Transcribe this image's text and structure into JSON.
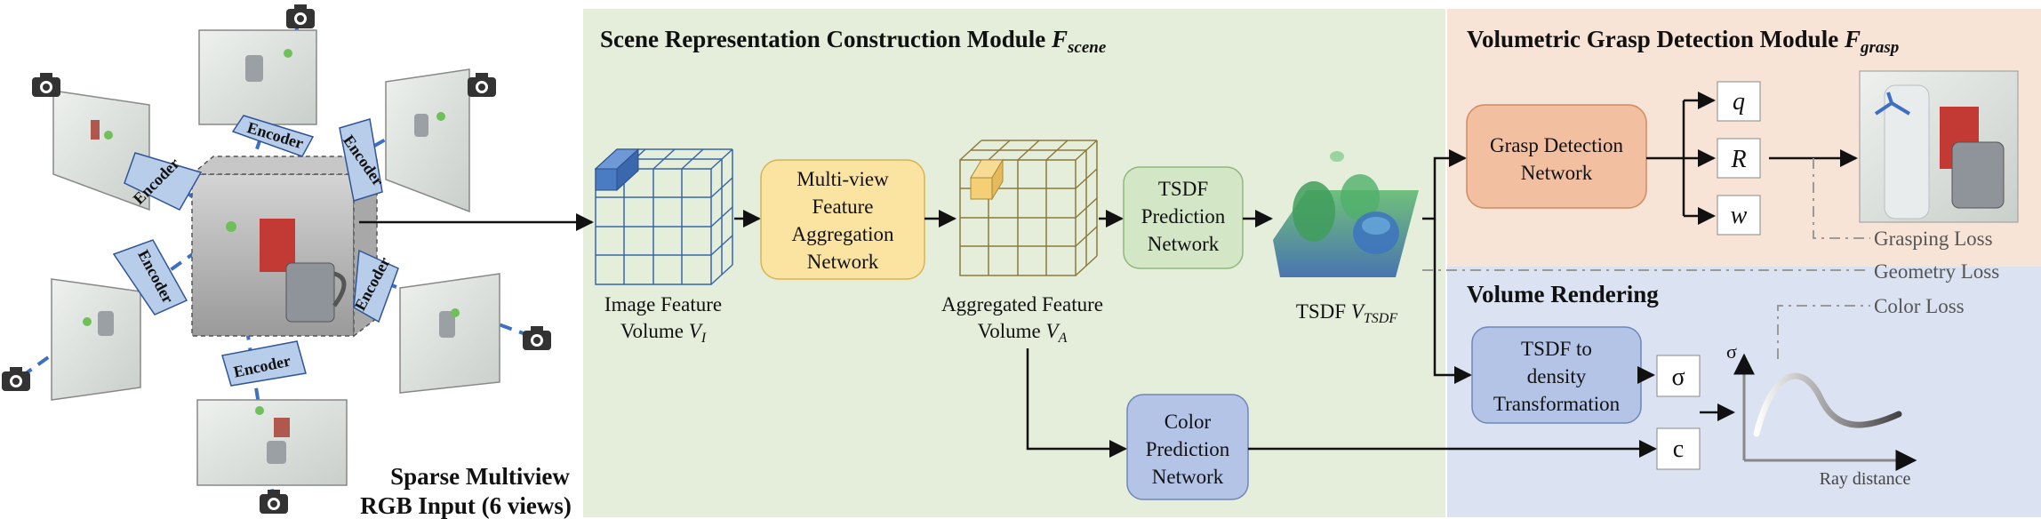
{
  "input": {
    "label_line1": "Sparse Multiview",
    "label_line2": "RGB Input (6 views)",
    "encoder_label": "Encoder"
  },
  "scene_module": {
    "title": "Scene Representation Construction Module ",
    "title_symbol": "F",
    "title_subscript": "scene",
    "image_feature_volume_line1": "Image Feature",
    "image_feature_volume_line2": "Volume ",
    "image_feature_volume_symbol": "V",
    "image_feature_volume_subscript": "I",
    "aggregation_box": [
      "Multi-view",
      "Feature",
      "Aggregation",
      "Network"
    ],
    "aggregated_volume_line1": "Aggregated Feature",
    "aggregated_volume_line2": "Volume ",
    "aggregated_volume_symbol": "V",
    "aggregated_volume_subscript": "A",
    "tsdf_box": [
      "TSDF",
      "Prediction",
      "Network"
    ],
    "tsdf_label": "TSDF ",
    "tsdf_symbol": "V",
    "tsdf_subscript": "TSDF",
    "color_box": [
      "Color",
      "Prediction",
      "Network"
    ]
  },
  "grasp_module": {
    "title": "Volumetric Grasp Detection Module ",
    "title_symbol": "F",
    "title_subscript": "grasp",
    "detection_box": [
      "Grasp Detection",
      "Network"
    ],
    "outputs": [
      "q",
      "R",
      "w"
    ]
  },
  "volume_rendering": {
    "title": "Volume Rendering",
    "transform_box": [
      "TSDF to",
      "density",
      "Transformation"
    ],
    "sigma": "σ",
    "c": "c",
    "plot_y_label": "σ",
    "plot_x_label": "Ray distance"
  },
  "losses": [
    "Grasping Loss",
    "Geometry Loss",
    "Color Loss"
  ],
  "colors": {
    "scene_bg": "#e4eedb",
    "grasp_bg": "#f8e4d7",
    "render_bg": "#dbe2f1",
    "aggregation_fill": "#fbe3a2",
    "tsdf_fill": "#d3e6c6",
    "detection_fill": "#f2bfa1",
    "render_box_fill": "#b4c4e6",
    "feature_grid": "#3a66a8",
    "aggregated_grid": "#8c7a3c",
    "encoder_fill": "#b8cdea",
    "arrow": "#111111"
  }
}
